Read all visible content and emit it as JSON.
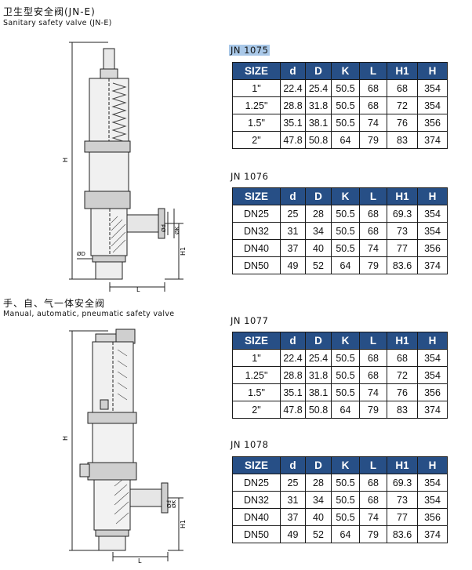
{
  "section1": {
    "title_cn": "卫生型安全阀(JN-E)",
    "title_en": "Sanitary safety valve (JN-E)"
  },
  "section2": {
    "title_cn": "手、自、气一体安全阀",
    "title_en": "Manual, automatic, pneumatic safety valve"
  },
  "dimension_labels": {
    "H": "H",
    "H1": "H1",
    "L": "L",
    "d": "Ød",
    "D": "ØD",
    "K": "ØK"
  },
  "headers": [
    "SIZE",
    "d",
    "D",
    "K",
    "L",
    "H1",
    "H"
  ],
  "tables": [
    {
      "model": "JN 1075",
      "highlighted": true,
      "rows": [
        [
          "1\"",
          "22.4",
          "25.4",
          "50.5",
          "68",
          "68",
          "354"
        ],
        [
          "1.25\"",
          "28.8",
          "31.8",
          "50.5",
          "68",
          "72",
          "354"
        ],
        [
          "1.5\"",
          "35.1",
          "38.1",
          "50.5",
          "74",
          "76",
          "356"
        ],
        [
          "2\"",
          "47.8",
          "50.8",
          "64",
          "79",
          "83",
          "374"
        ]
      ]
    },
    {
      "model": "JN 1076",
      "highlighted": false,
      "rows": [
        [
          "DN25",
          "25",
          "28",
          "50.5",
          "68",
          "69.3",
          "354"
        ],
        [
          "DN32",
          "31",
          "34",
          "50.5",
          "68",
          "73",
          "354"
        ],
        [
          "DN40",
          "37",
          "40",
          "50.5",
          "74",
          "77",
          "356"
        ],
        [
          "DN50",
          "49",
          "52",
          "64",
          "79",
          "83.6",
          "374"
        ]
      ]
    },
    {
      "model": "JN 1077",
      "highlighted": false,
      "rows": [
        [
          "1\"",
          "22.4",
          "25.4",
          "50.5",
          "68",
          "68",
          "354"
        ],
        [
          "1.25\"",
          "28.8",
          "31.8",
          "50.5",
          "68",
          "72",
          "354"
        ],
        [
          "1.5\"",
          "35.1",
          "38.1",
          "50.5",
          "74",
          "76",
          "356"
        ],
        [
          "2\"",
          "47.8",
          "50.8",
          "64",
          "79",
          "83",
          "374"
        ]
      ]
    },
    {
      "model": "JN 1078",
      "highlighted": false,
      "rows": [
        [
          "DN25",
          "25",
          "28",
          "50.5",
          "68",
          "69.3",
          "354"
        ],
        [
          "DN32",
          "31",
          "34",
          "50.5",
          "68",
          "73",
          "354"
        ],
        [
          "DN40",
          "37",
          "40",
          "50.5",
          "74",
          "77",
          "356"
        ],
        [
          "DN50",
          "49",
          "52",
          "64",
          "79",
          "83.6",
          "374"
        ]
      ]
    }
  ],
  "colors": {
    "header_bg": "#274f86",
    "header_text": "#ffffff",
    "highlight_bg": "#a9c8e8"
  }
}
